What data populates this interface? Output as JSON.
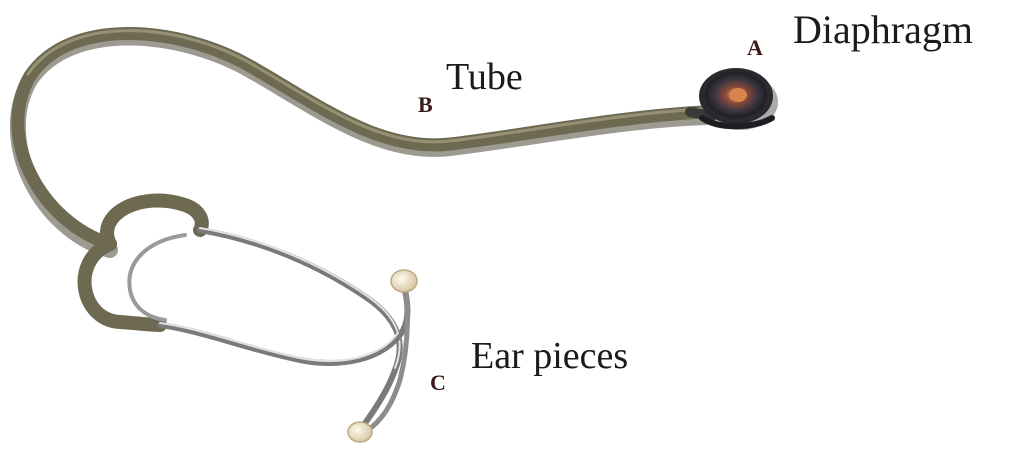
{
  "labels": {
    "diaphragm": {
      "letter": "A",
      "name": "Diaphragm"
    },
    "tube": {
      "letter": "B",
      "name": "Tube"
    },
    "ear_pieces": {
      "letter": "C",
      "name": "Ear pieces"
    }
  },
  "colors": {
    "tube": "#6e6a52",
    "tube_shadow": "#4a4736",
    "metal": "#8d8d8d",
    "metal_highlight": "#d9d9d9",
    "diaphragm_rim": "#2a2a2e",
    "diaphragm_center": "#c97a4a",
    "ear_tip": "#efe1c3"
  }
}
